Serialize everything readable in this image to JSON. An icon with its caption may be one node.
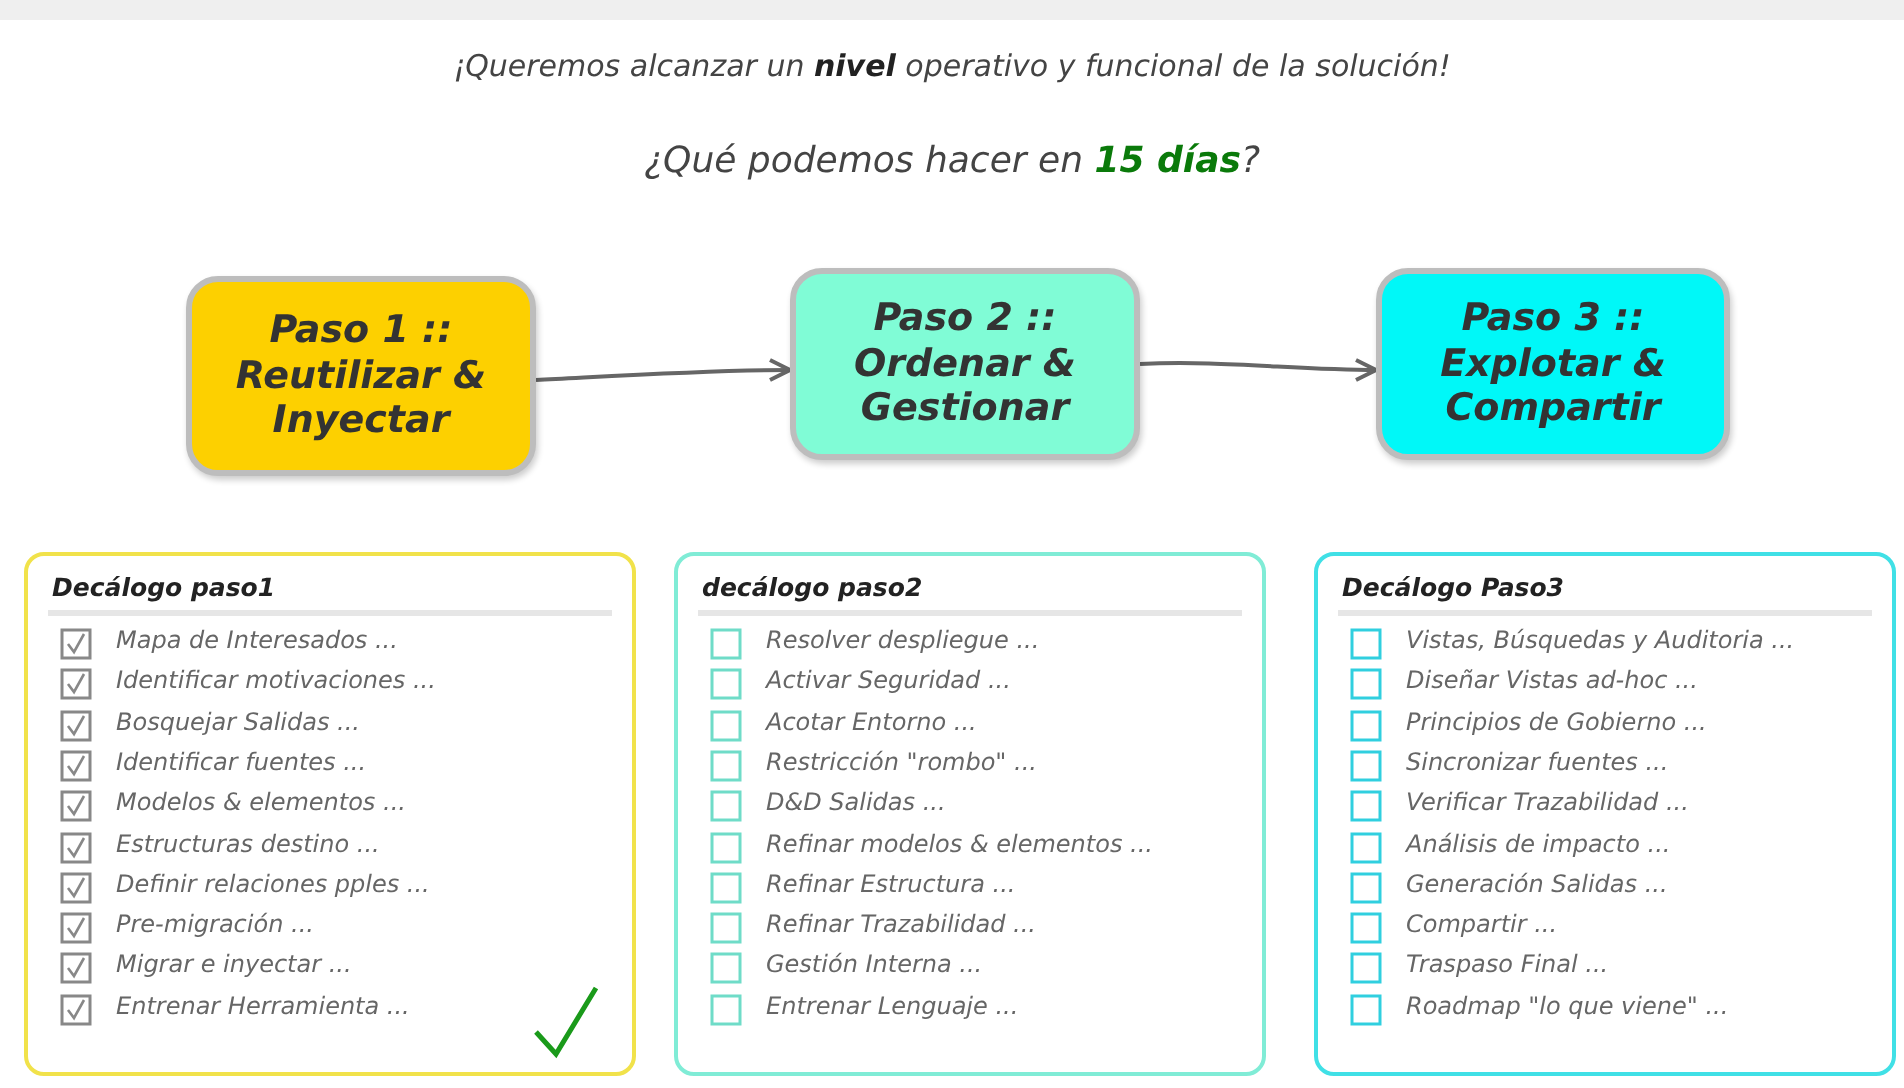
{
  "diagram": {
    "title": "¡Queremos alcanzar un **nivel** operativo y funcional de la solución!",
    "nodes": [
      {
        "text": [
          "Paso 1 :: Reutilizar & Inyectar"
        ]
      },
      {
        "text": [
          "Paso 2 :: Ordenar & Gestionar"
        ]
      },
      {
        "text": [
          "Paso 3 :: Explotar & Compartir"
        ]
      },
      {
        "text": [
          "Decálogo paso1",
          "Mapa de Interesados ...",
          "Identificar motivaciones ...",
          "Bosquejar Salidas ...",
          "Identificar fuentes ...",
          "Modelos & elementos ...",
          "Estructuras destino ...",
          "Definir relaciones pples ...",
          "Pre-migración ...",
          "Migrar e inyectar ...",
          "Entrenar Herramienta ..."
        ]
      },
      {
        "text": [
          "decálogo paso2",
          "Resolver despliegue ...",
          "Activar Seguridad ...",
          "Acotar Entorno ...",
          "Restricción \"rombo\" ...",
          "D&D Salidas ...",
          "Refinar modelos & elementos ...",
          "Refinar Estructura ...",
          "Refinar Trazabilidad ...",
          "Gestión Interna ...",
          "Entrenar Lenguaje ..."
        ]
      },
      {
        "text": [
          "Decálogo Paso3",
          "Vistas, Búsquedas y Auditoria ...",
          "Diseñar Vistas ad-hoc ...",
          "Principios de Gobierno ...",
          "Sincronizar fuentes ...",
          "Verificar Trazabilidad ...",
          "Análisis de impacto ...",
          "Generación Salidas ...",
          "Compartir ...",
          "Traspaso Final ...",
          "Roadmap \"lo que viene\" ..."
        ]
      }
    ],
    "edges": [
      {
        "from": 0,
        "to": 1,
        "arrow": "to"
      },
      {
        "from": 1,
        "to": 2,
        "arrow": "to"
      }
    ],
    "labels": [
      "¿Qué podemos hacer en **15 días**?"
    ]
  }
}
